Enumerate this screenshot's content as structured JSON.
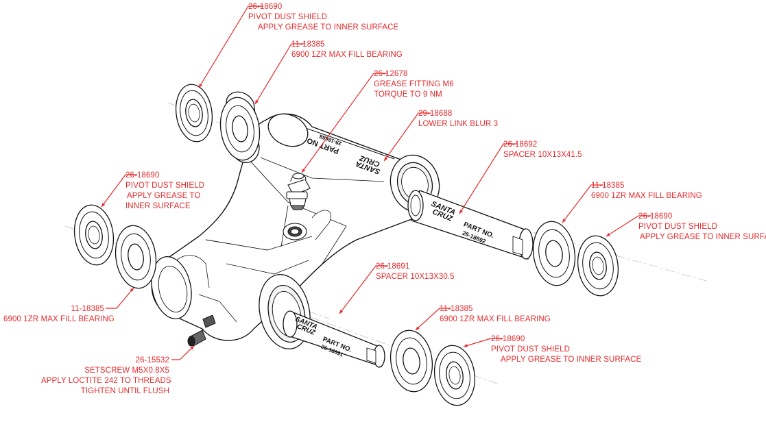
{
  "colors": {
    "callout": "#e8282b",
    "linework": "#111111",
    "background": "#ffffff"
  },
  "engravings": {
    "brand_line1": "SANTA",
    "brand_line2": "CRUZ",
    "part_no_label": "PART NO.",
    "spacer_long_part": "26-18692",
    "spacer_short_part": "26-18691",
    "link_part": "29-18688"
  },
  "callouts": [
    {
      "part": "26-18690",
      "line1": "PIVOT DUST SHIELD",
      "line2": "APPLY GREASE TO INNER SURFACE"
    },
    {
      "part": "11-18385",
      "line1": "6900 1ZR MAX FILL BEARING"
    },
    {
      "part": "26-12678",
      "line1": "GREASE FITTING M6",
      "line2": "TORQUE TO 9 NM"
    },
    {
      "part": "29-18688",
      "line1": "LOWER LINK BLUR 3"
    },
    {
      "part": "26-18692",
      "line1": "SPACER 10X13X41.5"
    },
    {
      "part": "26-18690",
      "line1": "PIVOT DUST SHIELD",
      "line2": "APPLY GREASE TO",
      "line3": "INNER SURFACE"
    },
    {
      "part": "11-18385",
      "line1": "6900 1ZR MAX FILL BEARING"
    },
    {
      "part": "26-18690",
      "line1": "PIVOT DUST SHIELD",
      "line2": "APPLY GREASE TO INNER SURFACE"
    },
    {
      "part": "26-18691",
      "line1": "SPACER 10X13X30.5"
    },
    {
      "part": "11-18385",
      "line1": "6900 1ZR MAX FILL BEARING"
    },
    {
      "part": "11-18385",
      "line1": "6900 1ZR MAX FILL BEARING"
    },
    {
      "part": "26-18690",
      "line1": "PIVOT DUST SHIELD",
      "line2": "APPLY GREASE TO INNER SURFACE"
    },
    {
      "part": "26-15532",
      "line1": "SETSCREW M5X0.8X5",
      "line2": "APPLY LOCTITE 242 TO THREADS",
      "line3": "TIGHTEN UNTIL FLUSH"
    }
  ]
}
